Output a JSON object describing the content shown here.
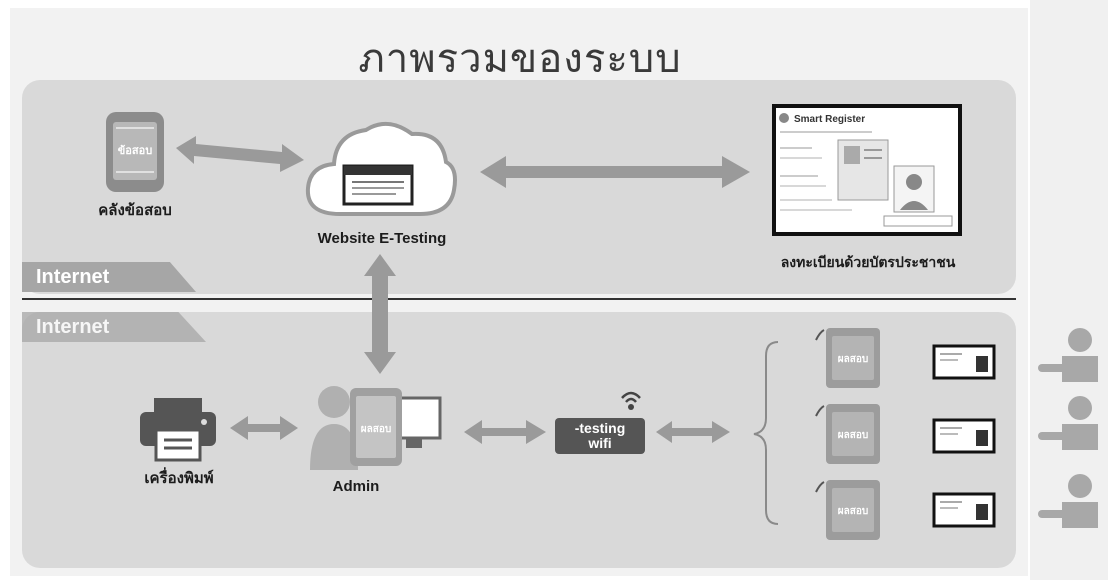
{
  "title": "ภาพรวมของระบบ",
  "zones": {
    "top": "Internet",
    "bottom": "Internet"
  },
  "nodes": {
    "question_bank": {
      "label": "คลังข้อสอบ",
      "device_text": "ข้อสอบ"
    },
    "website": {
      "label": "Website E-Testing"
    },
    "registration": {
      "label": "ลงทะเบียนด้วยบัตรประชาชน",
      "screen_title": "Smart Register"
    },
    "printer": {
      "label": "เครื่องพิมพ์"
    },
    "admin": {
      "label": "Admin",
      "device_text": "ผลสอบ"
    },
    "wifi": {
      "line1": "-testing",
      "line2": "wifi"
    },
    "tablets": [
      {
        "text": "ผลสอบ"
      },
      {
        "text": "ผลสอบ"
      },
      {
        "text": "ผลสอบ"
      }
    ]
  },
  "colors": {
    "arrow": "#9a9a9a",
    "icon_dark": "#555555",
    "band": "#d9d9d9",
    "tab": "#a6a6a6"
  }
}
